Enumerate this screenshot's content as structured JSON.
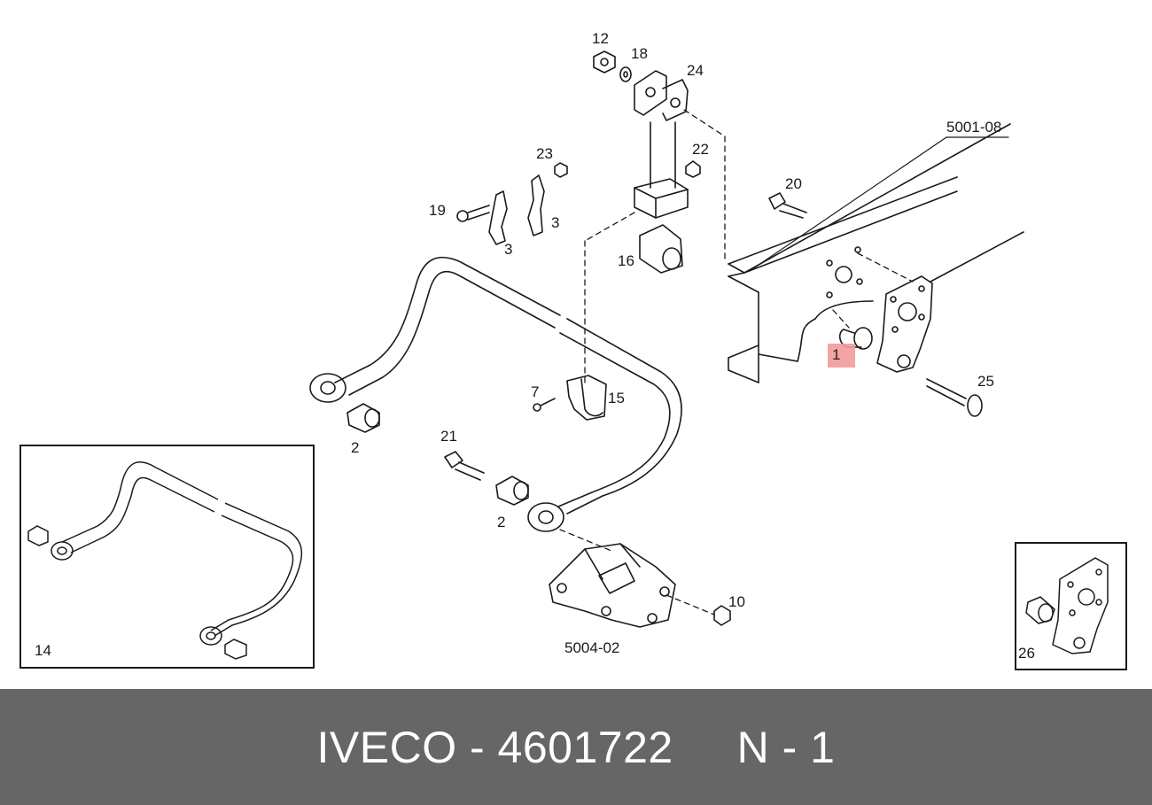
{
  "labels": {
    "l12": "12",
    "l18": "18",
    "l24": "24",
    "l23": "23",
    "l22": "22",
    "l5001": "5001-08",
    "l20": "20",
    "l19": "19",
    "l3a": "3",
    "l3b": "3",
    "l16": "16",
    "l1": "1",
    "l25": "25",
    "l7": "7",
    "l15": "15",
    "l2a": "2",
    "l21": "21",
    "l2b": "2",
    "l10": "10",
    "l5004": "5004-02",
    "l14": "14",
    "l26": "26"
  },
  "highlight": {
    "color": "#f29a9a"
  },
  "footer": {
    "text": "IVECO - 4601722     N - 1",
    "background": "#666666",
    "color": "#ffffff"
  }
}
